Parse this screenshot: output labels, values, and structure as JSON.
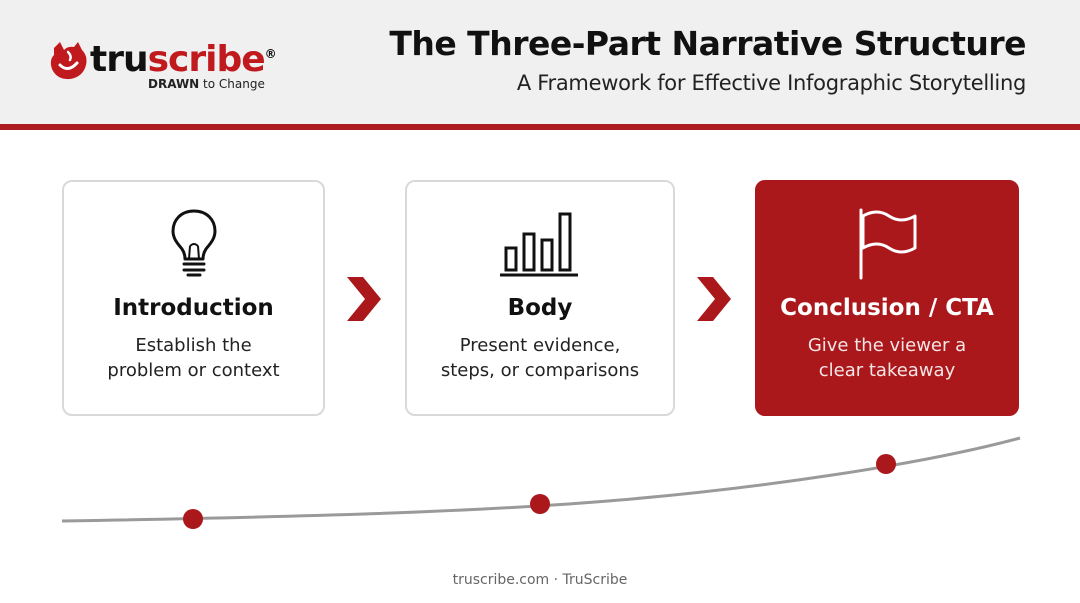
{
  "brand": {
    "word_part1": "tru",
    "word_part2": "scribe",
    "registered": "®",
    "tagline_strong": "DRAWN",
    "tagline_rest": " to Change",
    "icon": "truscribe-face-logo"
  },
  "header": {
    "title": "The Three-Part Narrative Structure",
    "subtitle": "A Framework for Effective Infographic Storytelling"
  },
  "cards": [
    {
      "title": "Introduction",
      "desc_lines": [
        "Establish the",
        "problem or context"
      ],
      "icon": "lightbulb-icon"
    },
    {
      "title": "Body",
      "desc_lines": [
        "Present evidence,",
        "steps, or comparisons"
      ],
      "icon": "bar-chart-icon"
    },
    {
      "title": "Conclusion / CTA",
      "desc_lines": [
        "Give the viewer a",
        "clear takeaway"
      ],
      "icon": "flag-icon"
    }
  ],
  "connectors": [
    "chevron-right-icon",
    "chevron-right-icon"
  ],
  "footer": "truscribe.com · TruScribe",
  "colors": {
    "accent": "#ab181c",
    "header_bg": "#f0f0f0",
    "card_border": "#d9d9d9",
    "curve": "#9a9a9a"
  }
}
